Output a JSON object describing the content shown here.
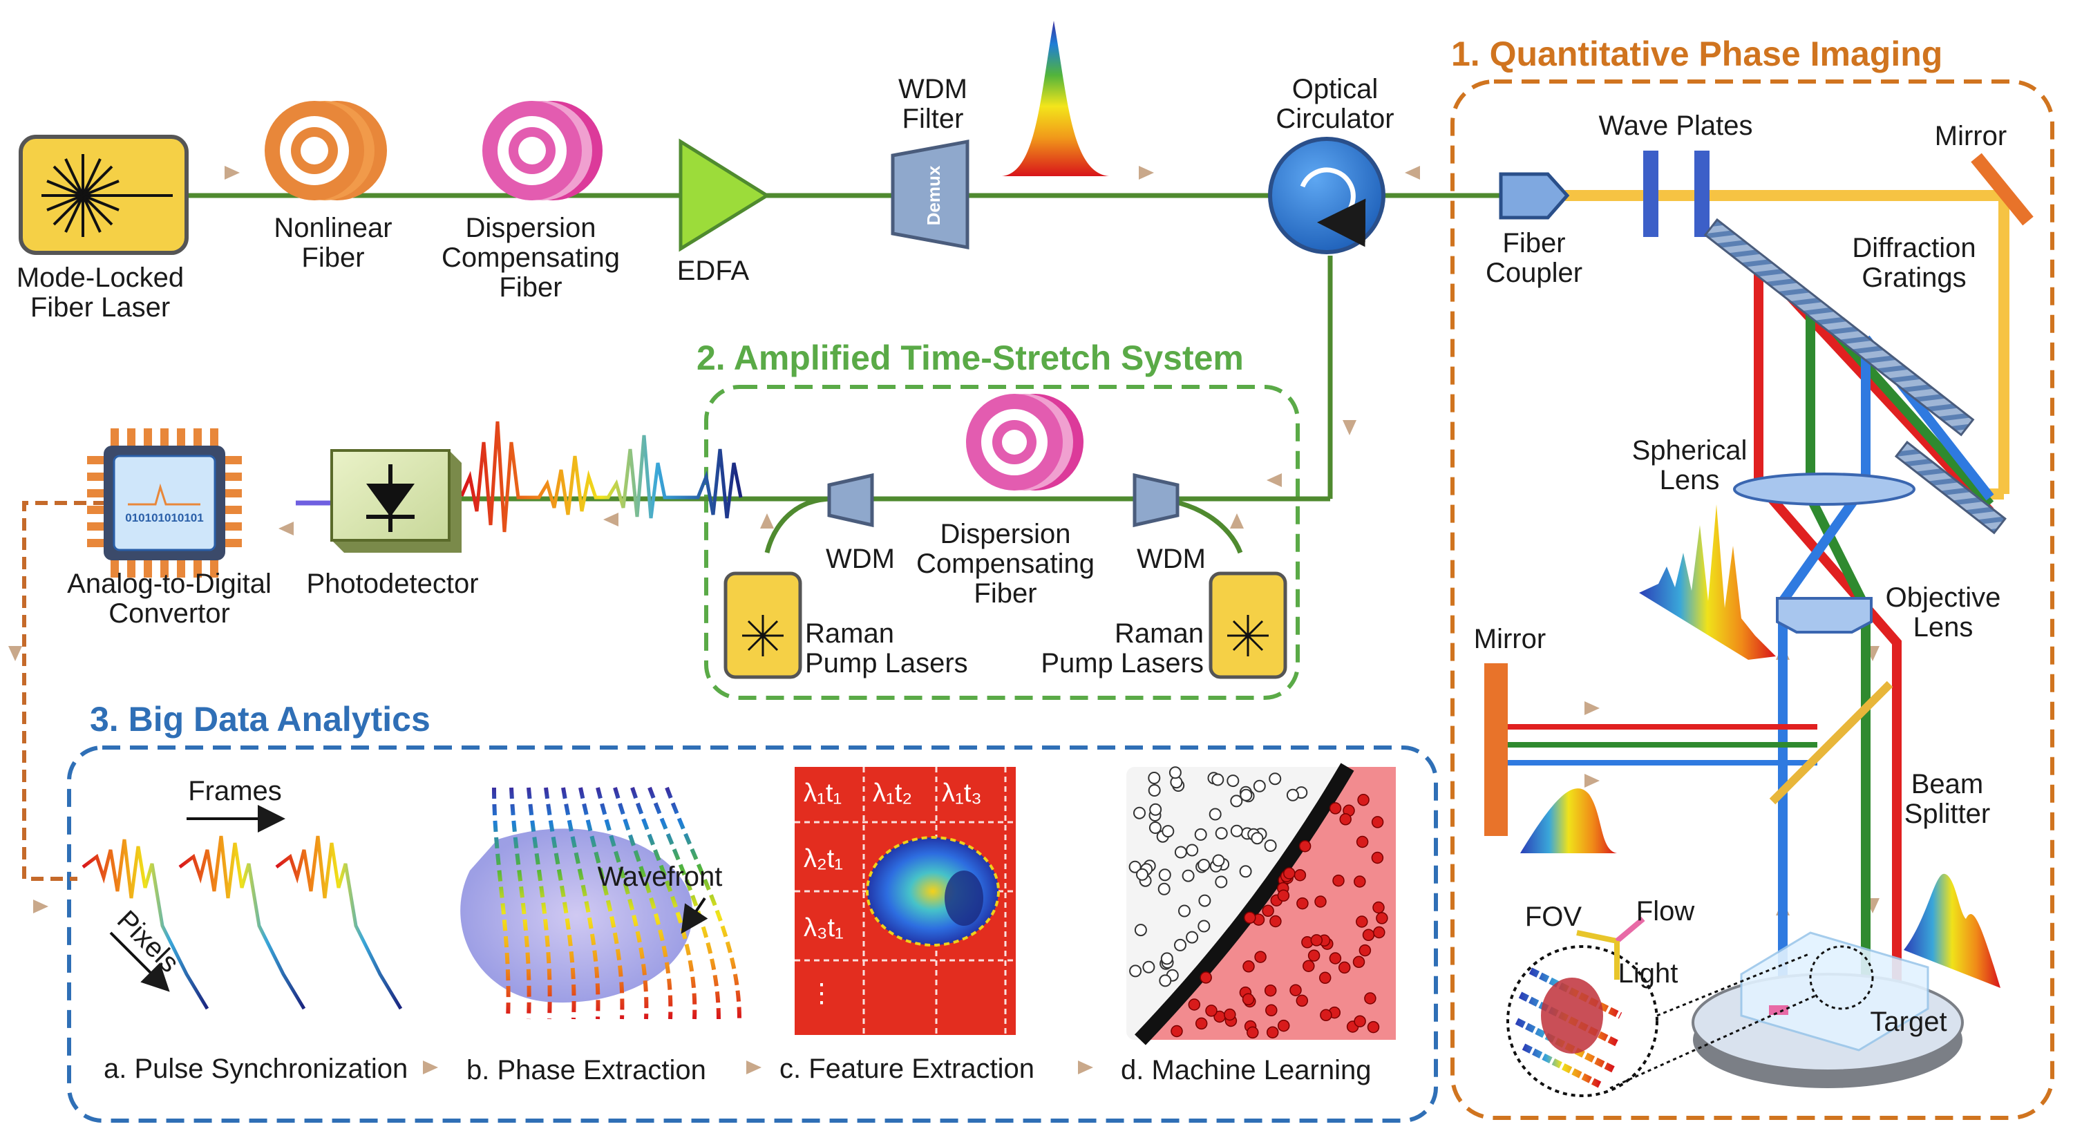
{
  "sections": {
    "qpi": "1. Quantitative Phase Imaging",
    "stretch": "2. Amplified  Time-Stretch System",
    "analytics": "3. Big Data Analytics"
  },
  "labels": {
    "laser": [
      "Mode-Locked",
      "Fiber Laser"
    ],
    "nonlinear": [
      "Nonlinear",
      "Fiber"
    ],
    "dcf_top": [
      "Dispersion",
      "Compensating",
      "Fiber"
    ],
    "edfa": "EDFA",
    "wdm_filter": [
      "WDM",
      "Filter"
    ],
    "demux": "Demux",
    "circulator": [
      "Optical",
      "Circulator"
    ],
    "fiber_coupler": [
      "Fiber",
      "Coupler"
    ],
    "wave_plates": "Wave Plates",
    "mirror_top": "Mirror",
    "gratings": [
      "Diffraction",
      "Gratings"
    ],
    "spherical": [
      "Spherical",
      "Lens"
    ],
    "objective": [
      "Objective",
      "Lens"
    ],
    "mirror_left": "Mirror",
    "beam_splitter": [
      "Beam",
      "Splitter"
    ],
    "fov": "FOV",
    "flow": "Flow",
    "light": "Light",
    "target": "Target",
    "wdm_left": "WDM",
    "wdm_right": "WDM",
    "dcf_mid": [
      "Dispersion",
      "Compensating",
      "Fiber"
    ],
    "raman_left": [
      "Raman",
      "Pump Lasers"
    ],
    "raman_right": [
      "Raman",
      "Pump Lasers"
    ],
    "photodetector": "Photodetector",
    "adc": [
      "Analog-to-Digital",
      "Convertor"
    ],
    "adc_bits": "010101010101",
    "frames": "Frames",
    "pixels": "Pixels",
    "wavefront": "Wavefront",
    "cells": [
      "λ₁t₁",
      "λ₁t₂",
      "λ₁t₃",
      "···",
      "λ₂t₁",
      "λ₃t₁",
      "⋮"
    ],
    "steps": [
      "a. Pulse Synchronization",
      "b. Phase Extraction",
      "c. Feature Extraction",
      "d. Machine Learning"
    ]
  },
  "colors": {
    "fiber": "#4f8a2f",
    "sec1": "#d0741f",
    "sec2": "#5aaa47",
    "sec3": "#2f6fb6",
    "laser_yellow": "#f5d046",
    "arrow": "#c9a88a"
  }
}
